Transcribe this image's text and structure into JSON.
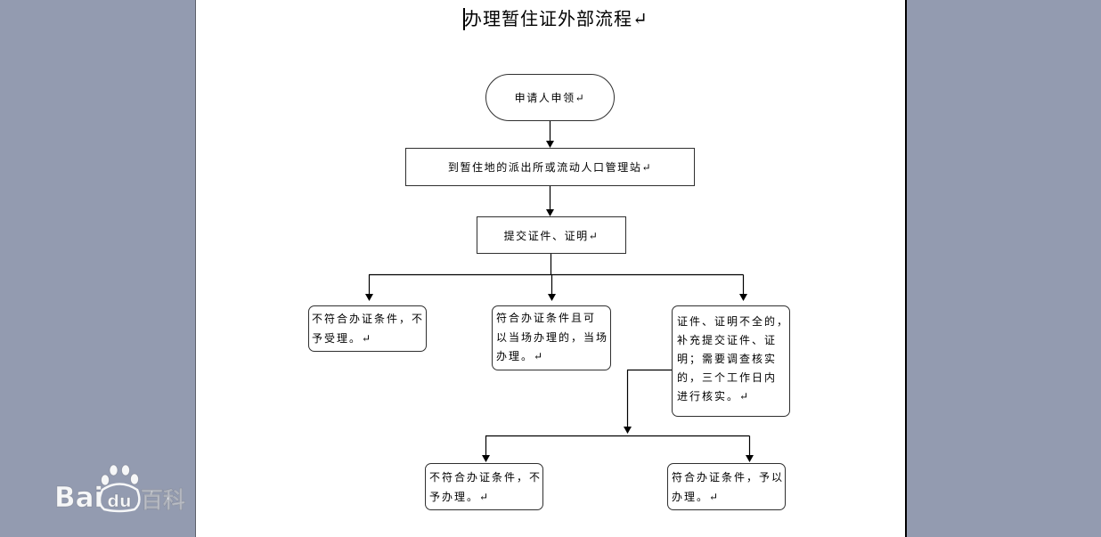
{
  "document": {
    "title": "办理暂住证外部流程↵"
  },
  "flowchart": {
    "start": {
      "lines": [
        "申请人申领↵"
      ]
    },
    "station": {
      "lines": [
        "到暂住地的派出所或流动人口管理站↵"
      ]
    },
    "submit": {
      "lines": [
        "提交证件、证明↵"
      ]
    },
    "reject_accept": {
      "lines": [
        "不符合办证条件，不",
        "予受理。↵"
      ]
    },
    "on_the_spot": {
      "lines": [
        "符合办证条件且可",
        "以当场办理的，当场",
        "办理。↵"
      ]
    },
    "supplement": {
      "lines": [
        "证件、证明不全的，",
        "补充提交证件、证",
        "明；需要调查核实",
        "的，三个工作日内",
        "进行核实。↵"
      ]
    },
    "reject_process": {
      "lines": [
        "不符合办证条件，不",
        "予办理。↵"
      ]
    },
    "approve": {
      "lines": [
        "符合办证条件，予以",
        "办理。↵"
      ]
    }
  },
  "watermark": {
    "latin_left": "Bai",
    "latin_right": "du",
    "chinese": "百科"
  },
  "colors": {
    "desk_background": "#939bb0",
    "page": "#ffffff",
    "ink": "#000000",
    "box_border": "#2f2f2f"
  }
}
